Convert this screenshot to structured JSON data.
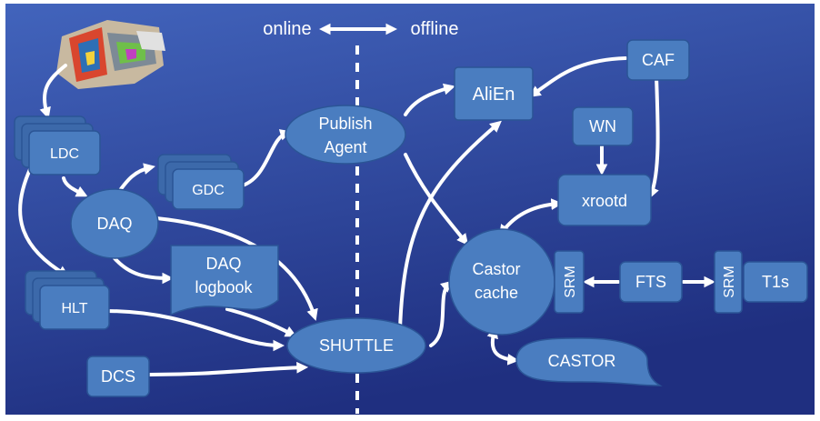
{
  "header": {
    "left": "online",
    "right": "offline"
  },
  "nodes": {
    "ldc": "LDC",
    "daq": "DAQ",
    "gdc": "GDC",
    "daq_logbook_line1": "DAQ",
    "daq_logbook_line2": "logbook",
    "hlt": "HLT",
    "dcs": "DCS",
    "publish_agent_line1": "Publish",
    "publish_agent_line2": "Agent",
    "shuttle": "SHUTTLE",
    "alien": "AliEn",
    "caf": "CAF",
    "wn": "WN",
    "xrootd": "xrootd",
    "castor_cache_line1": "Castor",
    "castor_cache_line2": "cache",
    "srm_left": "SRM",
    "fts": "FTS",
    "srm_right": "SRM",
    "t1s": "T1s",
    "castor": "CASTOR"
  },
  "colors": {
    "background_top": "#3f62b8",
    "background_bottom": "#1e2f7e",
    "node_fill": "#4a7dc0",
    "node_stroke": "#2b5596",
    "arrow": "#ffffff"
  }
}
